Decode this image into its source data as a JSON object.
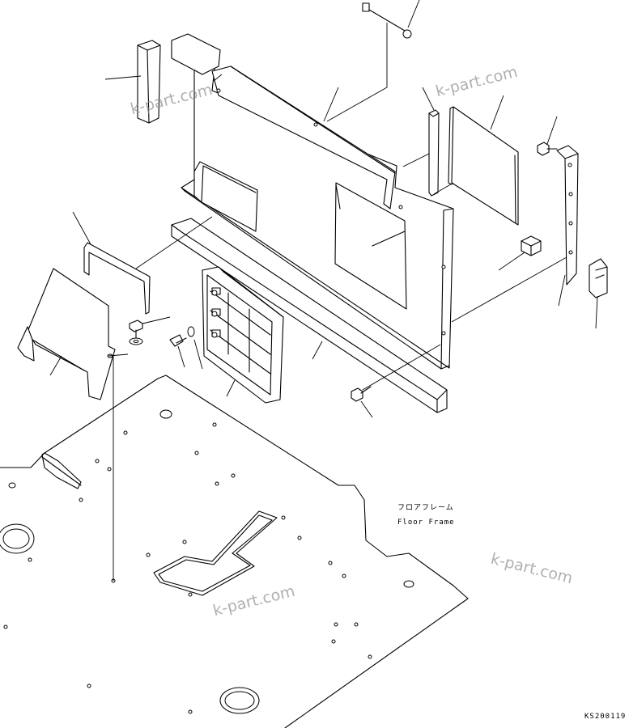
{
  "labels": {
    "floor_frame_ja": "フロアフレーム",
    "floor_frame_en": "Floor Frame",
    "drawing_code": "KS200119"
  },
  "watermarks": [
    "k-part.com",
    "k-part.com",
    "k-part.com",
    "k-part.com"
  ]
}
